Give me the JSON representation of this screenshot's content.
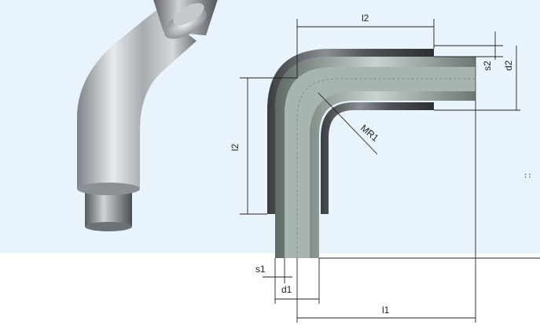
{
  "labels": {
    "l2_top": "l2",
    "l2_left": "l2",
    "s2": "s2",
    "d2": "d2",
    "mr1": "MR1",
    "s1": "s1",
    "d1": "d1",
    "l1": "l1",
    "side_mark": "::"
  },
  "colors": {
    "background_panel": "#e9f3fc",
    "dimension_line": "#222222"
  }
}
